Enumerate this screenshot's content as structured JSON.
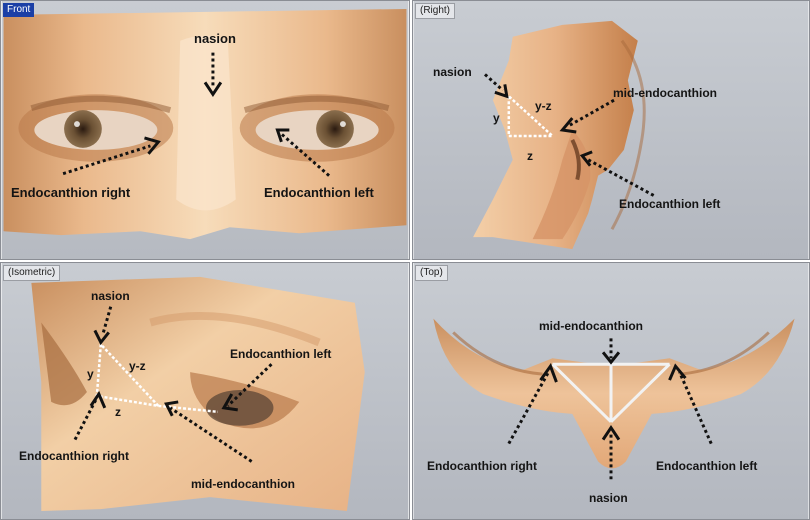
{
  "panels": {
    "front": {
      "title": "Front",
      "labels": {
        "nasion": "nasion",
        "endo_right": "Endocanthion right",
        "endo_left": "Endocanthion left"
      }
    },
    "right": {
      "title": "(Right)",
      "labels": {
        "nasion": "nasion",
        "mid_endo": "mid-endocanthion",
        "endo_left": "Endocanthion left",
        "y": "y",
        "z": "z",
        "yz": "y-z"
      }
    },
    "isometric": {
      "title": "(Isometric)",
      "labels": {
        "nasion": "nasion",
        "endo_left": "Endocanthion left",
        "endo_right": "Endocanthion right",
        "mid_endo": "mid-endocanthion",
        "y": "y",
        "z": "z",
        "yz": "y-z"
      }
    },
    "top": {
      "title": "(Top)",
      "labels": {
        "mid_endo": "mid-endocanthion",
        "endo_right": "Endocanthion right",
        "endo_left": "Endocanthion left",
        "nasion": "nasion"
      }
    }
  },
  "colors": {
    "skin_light": "#f3cfa8",
    "skin_mid": "#e3a877",
    "skin_dark": "#b8733f",
    "viewport_bg": "#bfc3ca",
    "active_title_bg": "#1b3fa6",
    "arrow": "#111111",
    "triangle_line": "#ffffff"
  }
}
